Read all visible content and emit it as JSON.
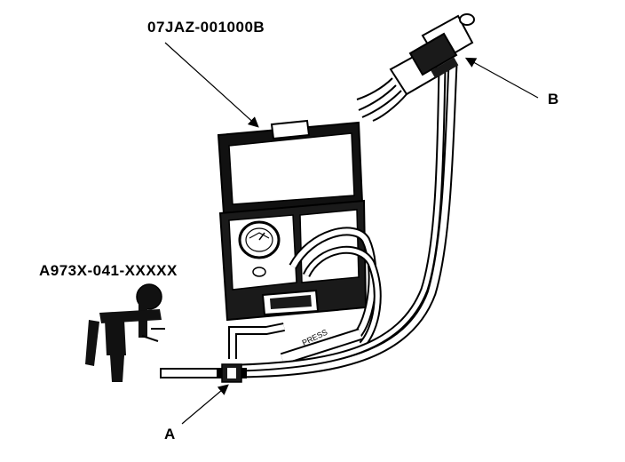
{
  "labels": {
    "tester_part_number": "07JAZ-001000B",
    "vacuum_pump_part_number": "A973X-041-XXXXX",
    "callout_a": "A",
    "callout_b": "B",
    "hose_marking": "PRESS"
  },
  "icons": {
    "tester_case": "tester-case-icon",
    "pressure_gauge": "pressure-gauge-icon",
    "vacuum_pump": "vacuum-pump-icon",
    "t_fitting": "t-fitting-icon",
    "connector": "connector-icon"
  },
  "colors": {
    "ink": "#000000",
    "paper": "#ffffff",
    "case_dark": "#1a1a1a"
  }
}
